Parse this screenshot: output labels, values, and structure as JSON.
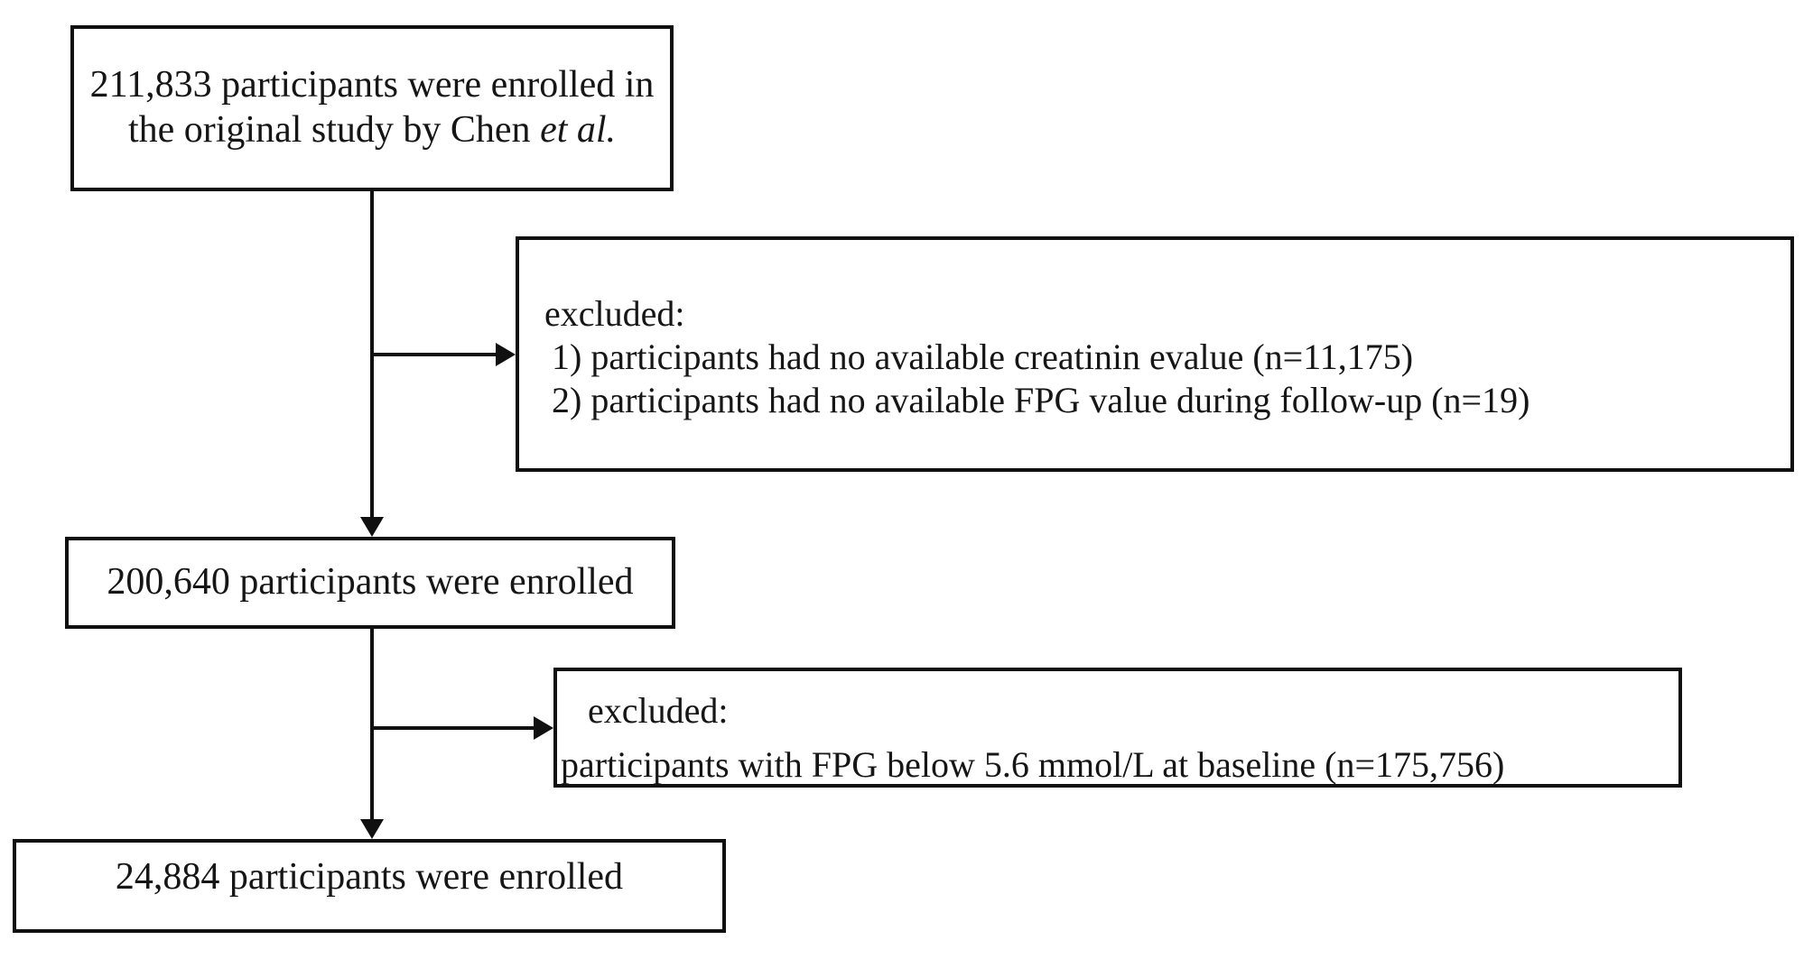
{
  "page": {
    "background_color": "#ffffff",
    "text_color": "#161616",
    "line_color": "#101010"
  },
  "flowchart": {
    "box_original": {
      "line1": "211,833 participants were enrolled in",
      "line2_prefix": "the original study by Chen ",
      "line2_italic": "et al."
    },
    "box_excluded1": {
      "title": "excluded:",
      "item1": "1) participants had no available creatinin evalue (n=11,175)",
      "item2": "2) participants had no available FPG value during follow-up (n=19)"
    },
    "box_enrolled2": {
      "text": "200,640 participants were enrolled"
    },
    "box_excluded2": {
      "title": "excluded:",
      "item1": "participants with FPG below 5.6 mmol/L at baseline (n=175,756)"
    },
    "box_enrolled3": {
      "text": "24,884 participants were enrolled"
    },
    "connectors": [
      {
        "from": "box_original",
        "to": "box_enrolled2",
        "type": "vertical-arrow"
      },
      {
        "from": "box_original",
        "to": "box_excluded1",
        "type": "branch-arrow-right"
      },
      {
        "from": "box_enrolled2",
        "to": "box_enrolled3",
        "type": "vertical-arrow"
      },
      {
        "from": "box_enrolled2",
        "to": "box_excluded2",
        "type": "branch-arrow-right"
      }
    ]
  }
}
